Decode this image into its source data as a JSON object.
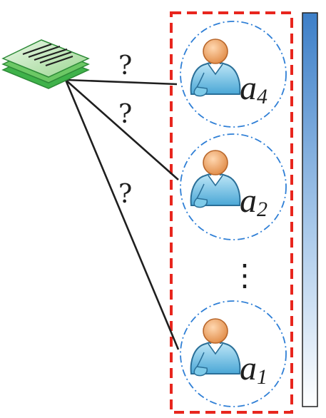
{
  "diagram": {
    "question_marks": [
      "?",
      "?",
      "?"
    ],
    "ellipsis": "⋮",
    "agents": [
      {
        "name": "a",
        "subscript": "4"
      },
      {
        "name": "a",
        "subscript": "2"
      },
      {
        "name": "a",
        "subscript": "1"
      }
    ],
    "colors": {
      "frame": "#e8261e",
      "circle": "#2f7fd6",
      "line": "#1f1f1f",
      "doc_green": "#3fb24a",
      "person_body": "#6cc3e6",
      "person_head": "#f0a56a",
      "bar_top": "#3d7fc8",
      "bar_bottom": "#ffffff"
    }
  }
}
